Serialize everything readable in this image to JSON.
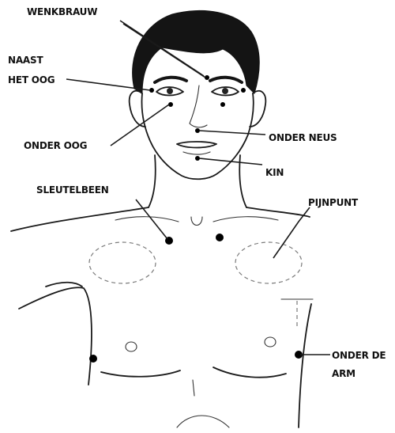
{
  "labels": {
    "wenkbrauw": "WENKBRAUW",
    "naast_1": "NAAST",
    "naast_2": "HET OOG",
    "onder_oog": "ONDER OOG",
    "onder_neus": "ONDER NEUS",
    "kin": "KIN",
    "sleutelbeen": "SLEUTELBEEN",
    "pijnpunt": "PIJNPUNT",
    "onder_arm_1": "ONDER DE",
    "onder_arm_2": "ARM"
  },
  "colors": {
    "ink": "#111111",
    "point": "#000000",
    "dashed": "#7a7a7a"
  }
}
